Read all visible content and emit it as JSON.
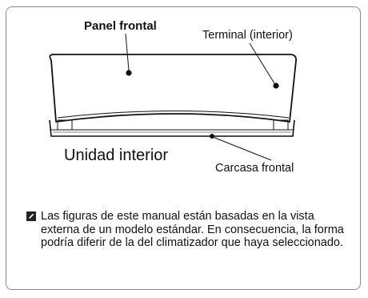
{
  "labels": {
    "front_panel": "Panel frontal",
    "terminal": "Terminal (interior)",
    "unit": "Unidad interior",
    "front_casing": "Carcasa frontal"
  },
  "note": {
    "icon": "pencil-box-icon",
    "text": "Las figuras de este manual están basadas en la vista externa de un modelo estándar. En consecuencia, la forma podría diferir de la del climatizador que haya seleccionado."
  },
  "colors": {
    "frame": "#8a8a8a",
    "line": "#111111"
  }
}
